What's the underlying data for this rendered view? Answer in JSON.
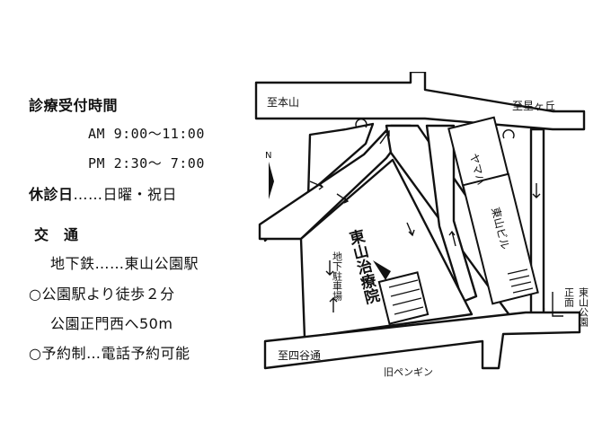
{
  "info": {
    "hours_title": "診療受付時間",
    "am_hours": "AM 9:00〜11:00",
    "pm_hours": "PM 2:30〜 7:00",
    "closed_label": "休診日",
    "closed_dots": "……",
    "closed_days": "日曜・祝日",
    "access_title": "交　通",
    "subway_label": "地下鉄",
    "subway_dots": "……",
    "subway_station": "東山公園駅",
    "walk_note": "○公園駅より徒歩２分",
    "gate_note": "公園正門西へ50m",
    "reservation_label": "○予約制",
    "reservation_dots": "…",
    "reservation_note": "電話予約可能"
  },
  "map": {
    "road_motoyama": "至本山",
    "road_hoshigaoka": "至星ヶ丘",
    "road_yotsuya": "至四谷通",
    "old_penguin": "旧ペンギン",
    "shop_yamaha": "ヤマハ",
    "building_higashiyama": "東山ビル",
    "clinic_name": "東山治療院",
    "underground_parking": "地下駐車場",
    "park_gate": "正面",
    "park_name": "東山公園",
    "north": "N"
  }
}
